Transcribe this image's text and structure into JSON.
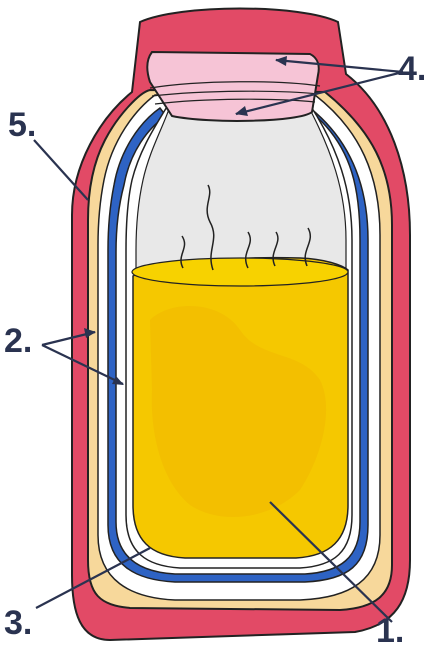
{
  "diagram": {
    "labels": {
      "one": "1.",
      "two": "2.",
      "three": "3.",
      "four": "4.",
      "five": "5."
    },
    "colors": {
      "outer_casing": "#e24a66",
      "insulation": "#f7d89b",
      "vacuum_gap": "#ffffff",
      "glass_wall": "#2e63c4",
      "inner_air": "#e8e8e8",
      "liquid": "#f5c800",
      "stopper": "#f6c4d6",
      "ink": "#2a3350"
    }
  }
}
